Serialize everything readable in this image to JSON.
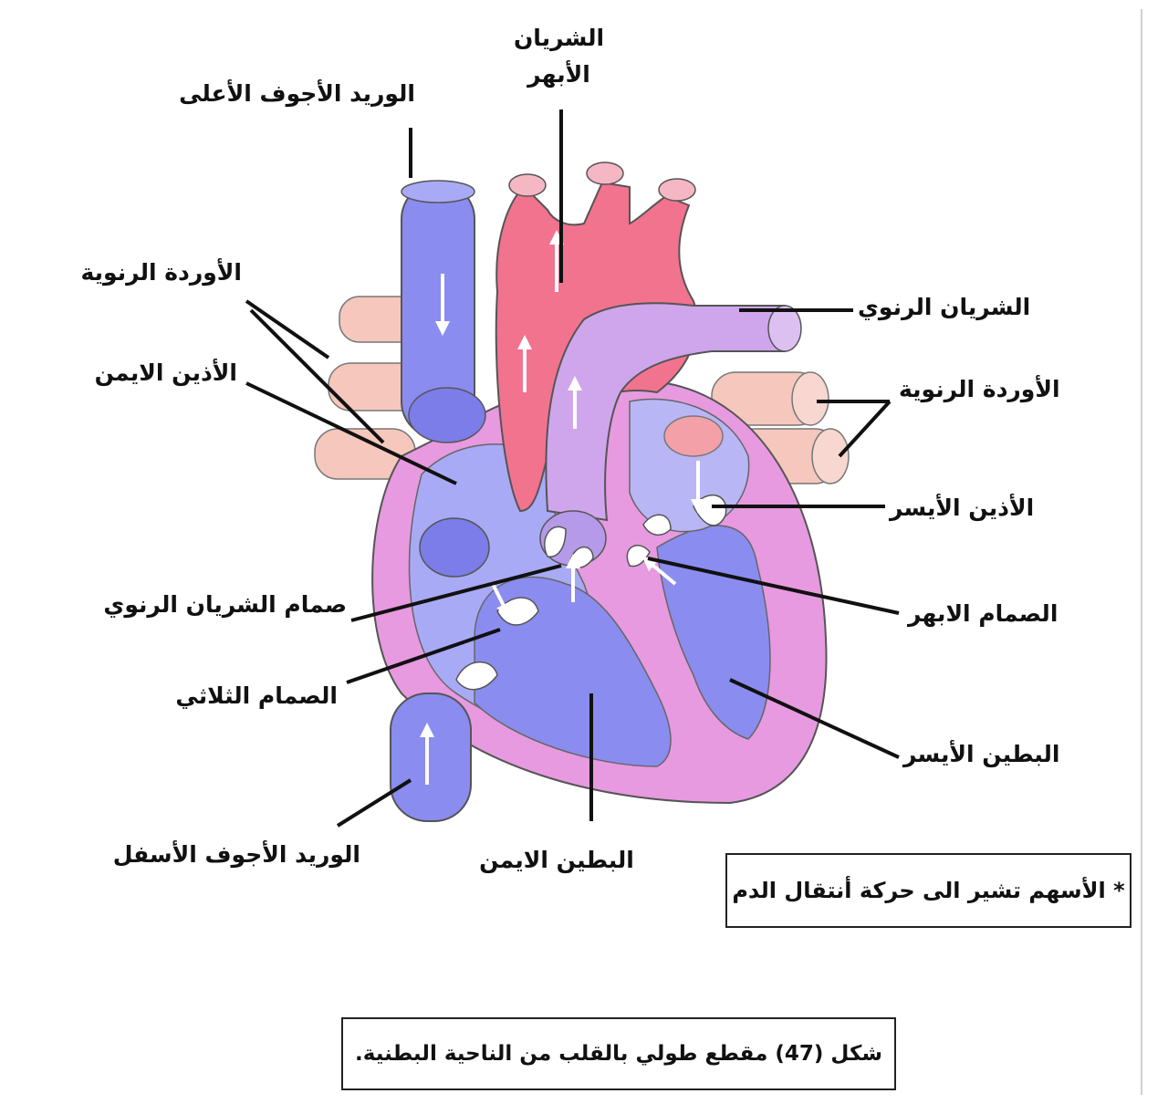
{
  "labels": {
    "superior_vena_cava": "الوريد الأجوف الأعلى",
    "aorta": "الشريان\nالأبهر",
    "pulmonary_veins_left": "الأوردة الرنوية",
    "right_atrium": "الأذين الايمن",
    "pulmonary_artery": "الشريان الرنوي",
    "pulmonary_veins_right": "الأوردة الرنوية",
    "left_atrium": "الأذين الأيسر",
    "pulmonary_valve": "صمام الشريان الرنوي",
    "aortic_valve": "الصمام الابهر",
    "tricuspid_valve": "الصمام الثلاثي",
    "left_ventricle": "البطين الأيسر",
    "inferior_vena_cava": "الوريد الأجوف الأسفل",
    "right_ventricle": "البطين الايمن"
  },
  "note": "* الأسهم تشير الى حركة أنتقال الدم",
  "caption": "شكل (47) مقطع طولي بالقلب من الناحية البطنية.",
  "colors": {
    "deoxygenated_blue": "#8b8cf0",
    "oxygenated_red": "#f2738e",
    "pulmonary_lilac": "#cfa6ec",
    "pulmonary_vein_peach": "#f5c7bd",
    "heart_wall_pink": "#e79ae0"
  }
}
